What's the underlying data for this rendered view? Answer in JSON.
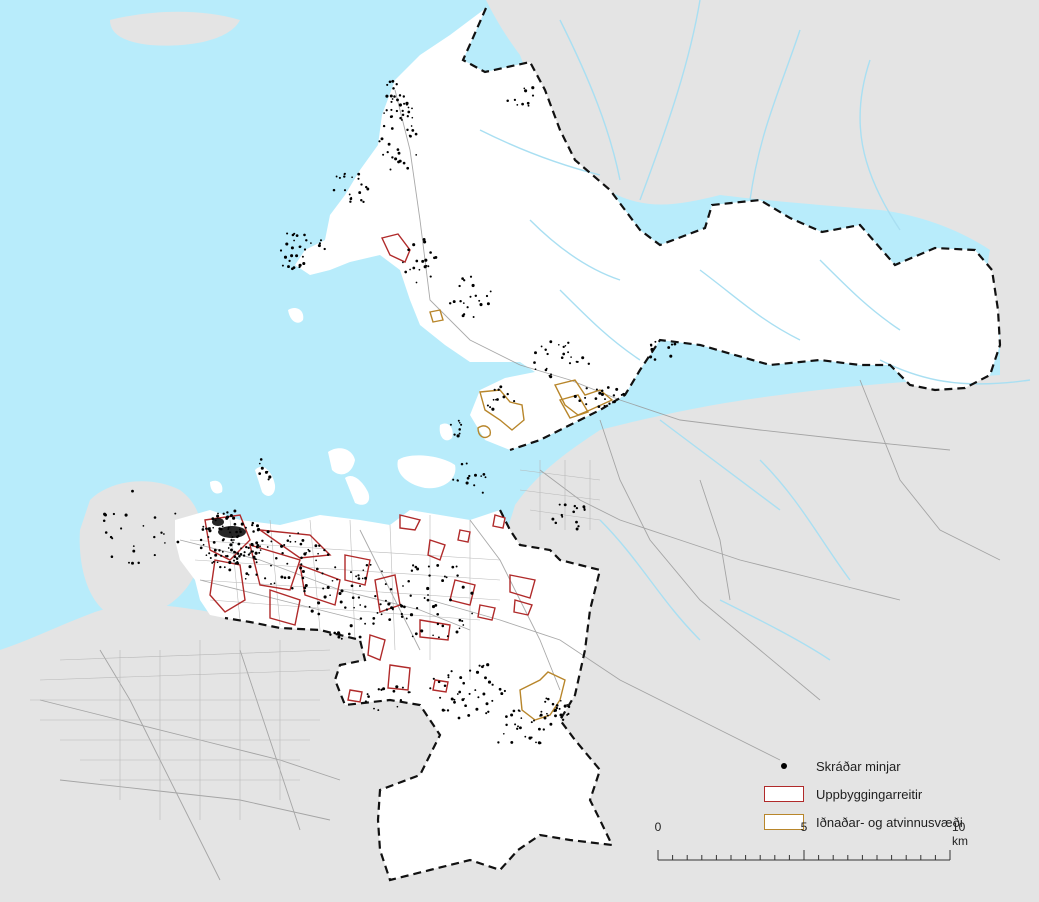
{
  "colors": {
    "sea": "#b8ecfb",
    "land": "#e4e4e4",
    "municipality": "#ffffff",
    "boundary": "#111111",
    "roads": "#9a9a9a",
    "rivers": "#a9dff2",
    "development_zones": "#b02a2a",
    "industrial_zones": "#b8862b",
    "heritage_sites": "#000000"
  },
  "legend": {
    "items": [
      {
        "id": "sites",
        "label": "Skráðar minjar",
        "symbol": "dot-icon"
      },
      {
        "id": "development",
        "label": "Uppbyggingarreitir",
        "symbol": "red-rectangle-icon"
      },
      {
        "id": "industrial",
        "label": "Iðnaðar- og atvinnusvæði",
        "symbol": "ochre-rectangle-icon"
      }
    ]
  },
  "scale_bar": {
    "ticks": [
      "0",
      "5",
      "10 km"
    ],
    "max_km": 10
  }
}
